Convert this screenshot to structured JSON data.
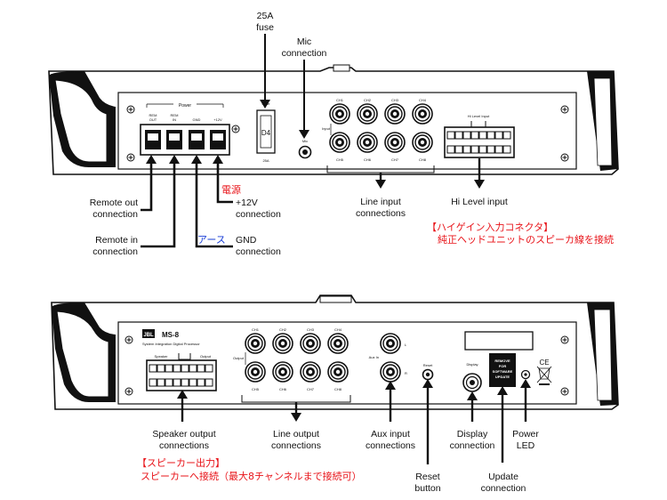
{
  "top_panel": {
    "callouts": {
      "fuse": [
        "25A",
        "fuse"
      ],
      "mic": [
        "Mic",
        "connection"
      ],
      "remote_out": [
        "Remote out",
        "connection"
      ],
      "remote_in": [
        "Remote in",
        "connection"
      ],
      "power_12v": [
        "+12V",
        "connection"
      ],
      "gnd": [
        "GND",
        "connection"
      ],
      "line_input": [
        "Line input",
        "connections"
      ],
      "hi_level": [
        "Hi Level input"
      ]
    },
    "jp": {
      "power_jp": "電源",
      "earth_jp": "アース",
      "hi_gain_title": "【ハイゲイン入力コネクタ】",
      "hi_gain_desc": "純正ヘッドユニットのスピーカ線を接続"
    },
    "panel_text": {
      "power_label": "Power",
      "rem_out": [
        "REM",
        "OUT"
      ],
      "rem_in": [
        "REM",
        "IN"
      ],
      "gnd": "GND",
      "plus12v": "+12V",
      "fuse_top": "Fuse",
      "fuse_bottom": "25A",
      "mic": "Mic",
      "input": "Input",
      "hi_level_input": "Hi Level Input",
      "channels_top": [
        "CH1",
        "CH2",
        "CH3",
        "CH4"
      ],
      "channels_bottom": [
        "CH5",
        "CH6",
        "CH7",
        "CH8"
      ]
    }
  },
  "bottom_panel": {
    "callouts": {
      "speaker_output": [
        "Speaker output",
        "connections"
      ],
      "line_output": [
        "Line output",
        "connections"
      ],
      "aux_input": [
        "Aux input",
        "connections"
      ],
      "reset": [
        "Reset",
        "button"
      ],
      "display": [
        "Display",
        "connection"
      ],
      "power_led": [
        "Power",
        "LED"
      ],
      "update": [
        "Update",
        "connection"
      ]
    },
    "jp": {
      "speaker_title": "【スピーカー出力】",
      "speaker_desc": "スピーカーへ接続（最大8チャンネルまで接続可）"
    },
    "panel_text": {
      "brand": "JBL",
      "model": "MS-8",
      "subtitle": "System Integration Digital Processor",
      "speaker": "Speaker",
      "output": "Output",
      "output_vertical": "Output",
      "channels_top": [
        "CH1",
        "CH2",
        "CH3",
        "CH4"
      ],
      "channels_bottom": [
        "CH5",
        "CH6",
        "CH7",
        "CH8"
      ],
      "aux_in": "Aux In",
      "aux_l": "L",
      "aux_r": "R",
      "reset": "Reset",
      "display": "Display",
      "remove_label": [
        "REMOVE",
        "FOR",
        "SOFTWARE",
        "UPDATE"
      ],
      "ce": "CE"
    }
  }
}
